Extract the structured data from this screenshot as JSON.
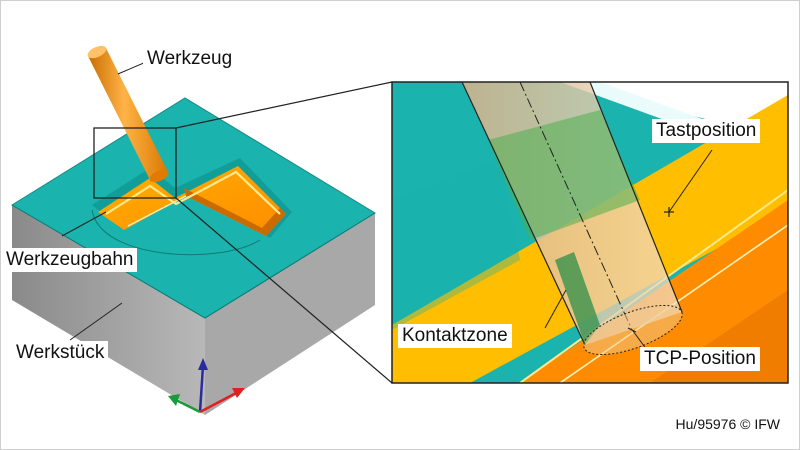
{
  "labels": {
    "tool": "Werkzeug",
    "toolpath": "Werkzeugbahn",
    "workpiece": "Werkstück",
    "probe_position": "Tastposition",
    "contact_zone": "Kontaktzone",
    "tcp_position": "TCP-Position"
  },
  "credit": "Hu/95976 © IFW",
  "colors": {
    "workpiece_top": "#1bb3ad",
    "workpiece_side": "#9c9c9c",
    "tool": "#f08a00",
    "toolpath_line": "#ffe98a",
    "axis_x": "#e02020",
    "axis_y": "#1a9a3a",
    "axis_z": "#2b2ba0"
  }
}
